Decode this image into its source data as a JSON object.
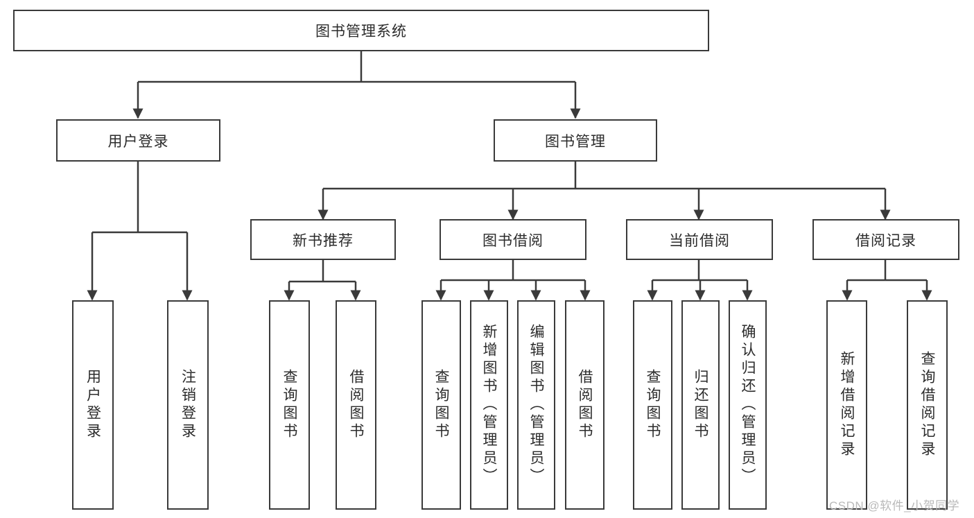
{
  "diagram": {
    "title": "图书管理系统",
    "type": "hierarchy-tree",
    "background": "#ffffff",
    "line_color": "#3a3a3a",
    "text_color": "#2b2b2b"
  },
  "root": {
    "label": "图书管理系统"
  },
  "level2": [
    {
      "label": "用户登录"
    },
    {
      "label": "图书管理"
    }
  ],
  "level3": [
    {
      "label": "新书推荐"
    },
    {
      "label": "图书借阅"
    },
    {
      "label": "当前借阅"
    },
    {
      "label": "借阅记录"
    }
  ],
  "leaves": {
    "user_login": [
      {
        "label": "用户登录"
      },
      {
        "label": "注销登录"
      }
    ],
    "new_book": [
      {
        "label": "查询图书"
      },
      {
        "label": "借阅图书"
      }
    ],
    "book_borrow": [
      {
        "label": "查询图书"
      },
      {
        "label": "新增图书（管理员）"
      },
      {
        "label": "编辑图书（管理员）"
      },
      {
        "label": "借阅图书"
      }
    ],
    "current_borrow": [
      {
        "label": "查询图书"
      },
      {
        "label": "归还图书"
      },
      {
        "label": "确认归还（管理员）"
      }
    ],
    "borrow_record": [
      {
        "label": "新增借阅记录"
      },
      {
        "label": "查询借阅记录"
      }
    ]
  },
  "watermark": {
    "text": "CSDN @软件_小贺同学"
  }
}
